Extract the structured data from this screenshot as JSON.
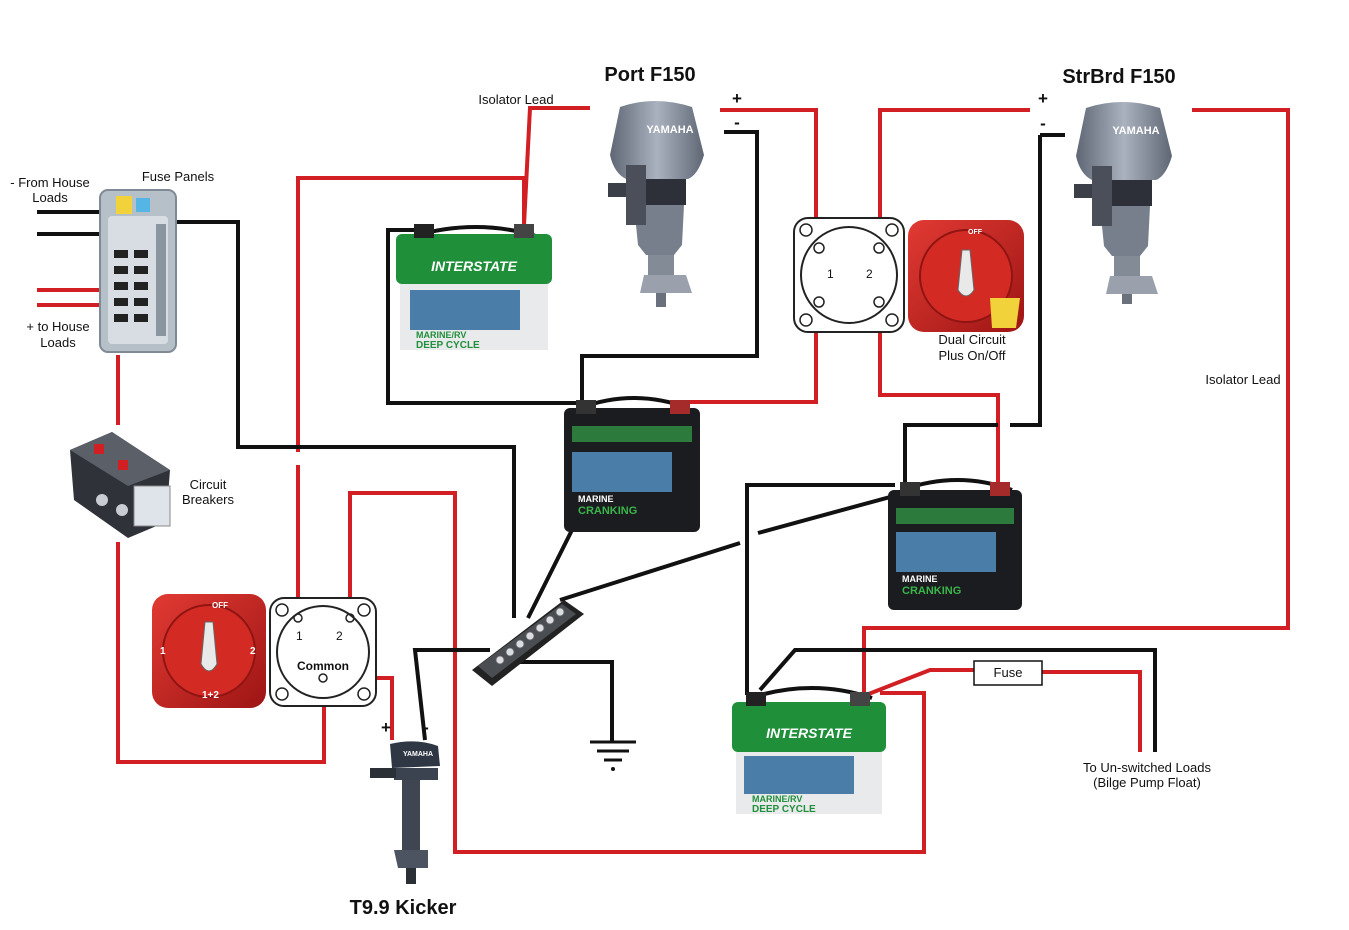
{
  "labels": {
    "port_engine": "Port F150",
    "strbrd_engine": "StrBrd F150",
    "kicker": "T9.9 Kicker",
    "isolator_lead_port": "Isolator Lead",
    "isolator_lead_strbrd": "Isolator Lead",
    "from_house_loads_1": "- From House",
    "from_house_loads_2": "Loads",
    "to_house_loads_1": "+ to House",
    "to_house_loads_2": "Loads",
    "fuse_panels": "Fuse Panels",
    "circuit_breakers_1": "Circuit",
    "circuit_breakers_2": "Breakers",
    "dual_circuit_1": "Dual Circuit",
    "dual_circuit_2": "Plus On/Off",
    "fuse": "Fuse",
    "unswitched_1": "To Un-switched Loads",
    "unswitched_2": "(Bilge Pump Float)",
    "common": "Common",
    "switch_pos_1": "1",
    "switch_pos_2": "2",
    "rotary_off": "OFF",
    "rotary_1": "1",
    "rotary_2": "2",
    "rotary_both": "1+2",
    "plus": "+",
    "minus": "-"
  },
  "batteries": {
    "interstate_brand": "INTERSTATE",
    "interstate_model_1": "MARINE/RV",
    "interstate_model_2": "DEEP CYCLE",
    "cranking_brand_1": "MARINE",
    "cranking_brand_2": "CRANKING"
  },
  "engines": {
    "brand": "YAMAHA"
  },
  "colors": {
    "positive_wire": "#d21f24",
    "negative_wire": "#111111",
    "interstate_green": "#1f8f3a",
    "engine_gray": "#7d8593",
    "switch_red": "#c8201f"
  }
}
